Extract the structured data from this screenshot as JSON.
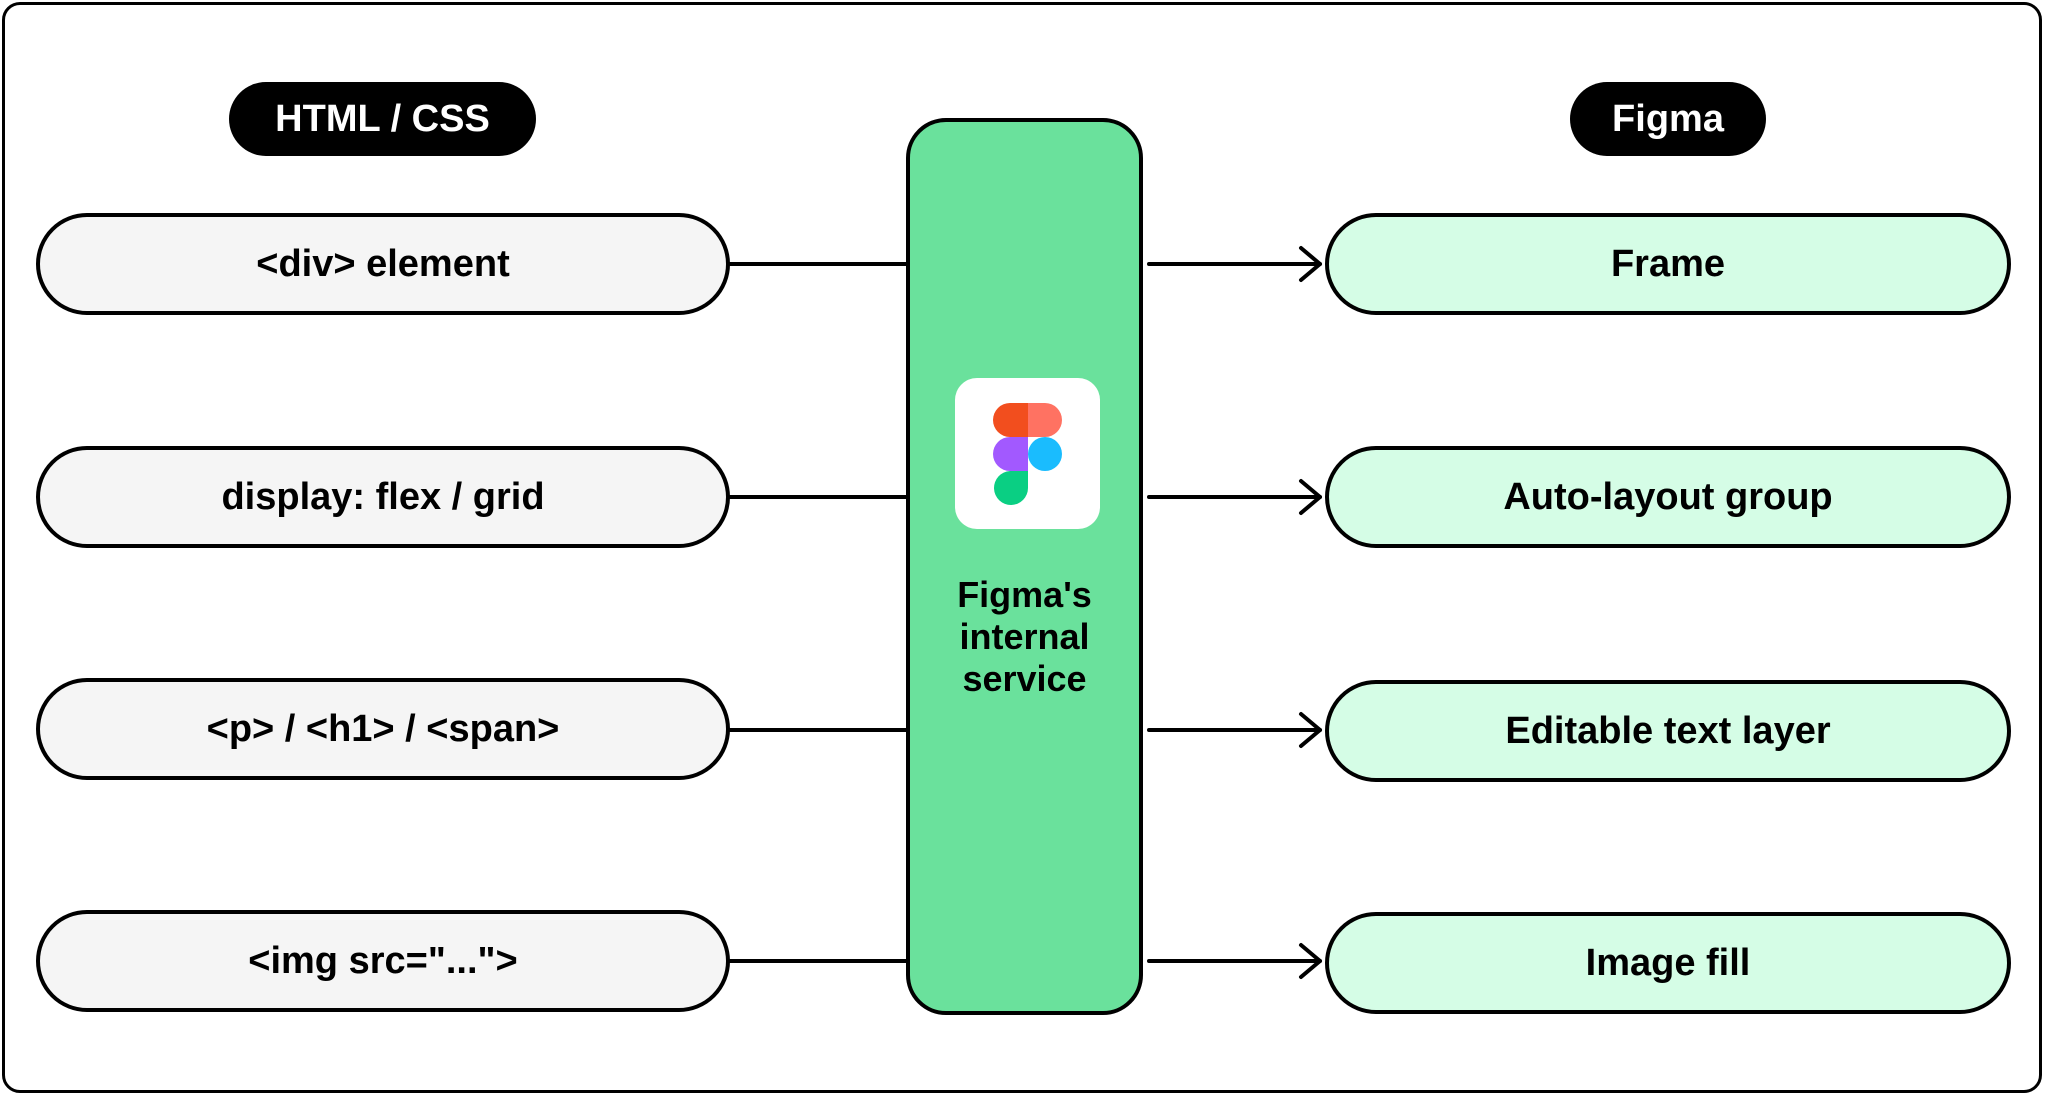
{
  "headers": {
    "left": "HTML / CSS",
    "right": "Figma"
  },
  "left_items": [
    "<div> element",
    "display: flex / grid",
    "<p> / <h1> / <span>",
    "<img src=\"...\">"
  ],
  "right_items": [
    "Frame",
    "Auto-layout group",
    "Editable text layer",
    "Image fill"
  ],
  "center": {
    "label_lines": [
      "Figma's",
      "internal",
      "service"
    ],
    "logo_icon": "figma-logo-icon"
  },
  "colors": {
    "left_fill": "#f5f5f5",
    "right_fill": "#d5fde6",
    "center_fill": "#6ae19c",
    "header_fill": "#000000",
    "logo_red": "#f24e1e",
    "logo_coral": "#ff7262",
    "logo_purple": "#a259ff",
    "logo_blue": "#1abcfe",
    "logo_green": "#0acf83"
  }
}
